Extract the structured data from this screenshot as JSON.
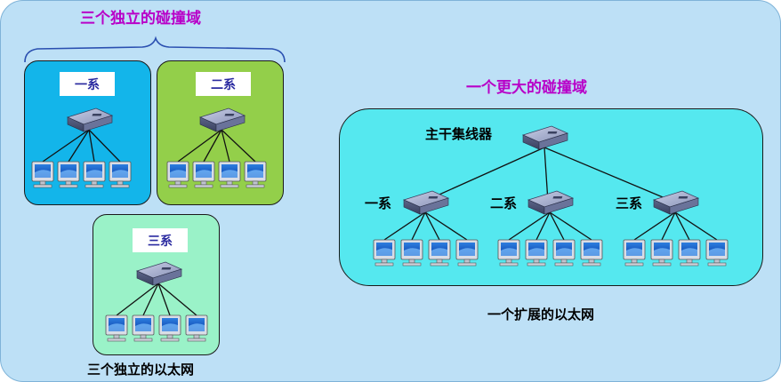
{
  "left": {
    "title": "三个独立的碰撞域",
    "caption": "三个独立的以太网",
    "departments": [
      {
        "label": "一系",
        "color": "#13b5ea",
        "computers": 4
      },
      {
        "label": "二系",
        "color": "#93cf4a",
        "computers": 4
      },
      {
        "label": "三系",
        "color": "#9af2c8",
        "computers": 4
      }
    ]
  },
  "right": {
    "title": "一个更大的碰撞域",
    "caption": "一个扩展的以太网",
    "backbone_label": "主干集线器",
    "departments": [
      {
        "label": "一系",
        "computers": 4
      },
      {
        "label": "二系",
        "computers": 4
      },
      {
        "label": "三系",
        "computers": 4
      }
    ],
    "color": "#55e8ef"
  },
  "colors": {
    "background": "#bde0f6",
    "title_accent": "#b800c8",
    "label_text": "#2a2aa0"
  },
  "icons": [
    "brace-icon",
    "hub-icon",
    "computer-icon"
  ]
}
